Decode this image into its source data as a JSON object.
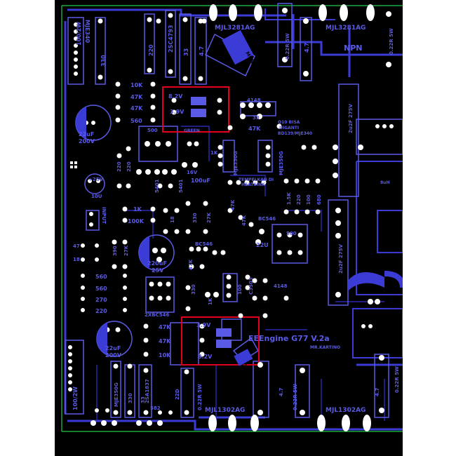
{
  "board": {
    "title": "EEEngine G77 V.2a",
    "author": "MR.KARTINO",
    "npn_label": "NPN",
    "colors": {
      "background": "#000000",
      "silk": "#5a5ae6",
      "pad": "#ffffff",
      "highlight": "#e0001b",
      "edge": "#22cc44"
    }
  },
  "labels": {
    "mje340": "MJE340",
    "r100_2w_top": "100/2W",
    "r330_top": "330",
    "r220_top": "220",
    "c2c4793": "2SC4793",
    "r33_top": "33",
    "r47_top": "4.7",
    "mjl3281_a": "MJL3281AG",
    "mjl3281_b": "MJL3281AG",
    "r022_5w_a": "0.22R 5W",
    "r47_top2": "4.7",
    "r022_5w_b": "0.22R 5W",
    "mur460": "MUR460",
    "r10k_a": "10K",
    "r47k_a": "47K",
    "r47k_b": "47K",
    "r560_a": "560",
    "z82": "8.2V",
    "z39": "3.9V",
    "green": "GREEN",
    "d4148_a": "4148",
    "r33_mid": "33",
    "r47k_c": "47K",
    "q10_note1": "Q10 BISA",
    "q10_note2": "DIGANTI",
    "q10_note3": "BD139/MJE340",
    "cap_2u2_275v_a": "2u2F 275V",
    "c22uf_200v_a1": "22uF",
    "c22uf_200v_a2": "200V",
    "r500_a": "500",
    "r220_a": "220",
    "r220_b": "220",
    "r1k_a": "1K",
    "c16v": "16V",
    "c100uf": "100uF",
    "mje350_a": "MJE350G",
    "mje350_b": "MJE350G",
    "tempel1": "TEMPELKAN DI",
    "tempel2": "HEATSINK",
    "c25v": "+25V",
    "c10u": "10U",
    "c5401": "5401",
    "c5401b": "5401",
    "r47k_d": "47K",
    "r1_5k": "1.5K",
    "r220_c": "220",
    "r100_c": "100",
    "r680": "680",
    "input": "INPUT",
    "r1k_b": "1K",
    "r100k": "100K",
    "r18": "18",
    "r330_b": "330",
    "r27k_a": "27K",
    "r47k_e": "47K",
    "bc546_a": "BC546",
    "c22u": "22U",
    "r500_b": "500",
    "cap_2u2_275v_b": "2u2F 275V",
    "inductor": "8uH",
    "r47_b": "47",
    "r390": "390",
    "r27k_b": "27K",
    "r18_b": "18",
    "c220uf": "220uF",
    "c25v_b": "25V",
    "bc546_b": "BC546",
    "r560_b": "560",
    "r560_c": "560",
    "r270": "270",
    "r220_d": "220",
    "r47k_f": "47K",
    "r330_c": "330",
    "r100_d": "100",
    "r2xbc546": "2XBC546",
    "r1k_c": "1K",
    "c3503": "C3503",
    "d4148_b": "4148",
    "r47k_g": "47K",
    "r47k_h": "47K",
    "r10k_b": "10K",
    "z39_b": "3.9V",
    "z82_b": "8.2V",
    "c22uf_200v_b1": "22uF",
    "c22uf_200v_b2": "200V",
    "r100_2w_bot": "100/2W",
    "mje350_c": "MJE350G",
    "r330_d": "330",
    "r33_b": "33",
    "a1837": "2SA1837",
    "r22d": "22D",
    "r582": "582",
    "r022_5w_c": "0.22R 5W",
    "mjl1302_a": "MJL1302AG",
    "r022_5w_d": "0.22R 5W",
    "r47_c": "4.7",
    "mjl1302_b": "MJL1302AG",
    "r47_d": "4.7",
    "r022_5w_e": "0.22R 5W",
    "mur460_b": "MUR460"
  }
}
